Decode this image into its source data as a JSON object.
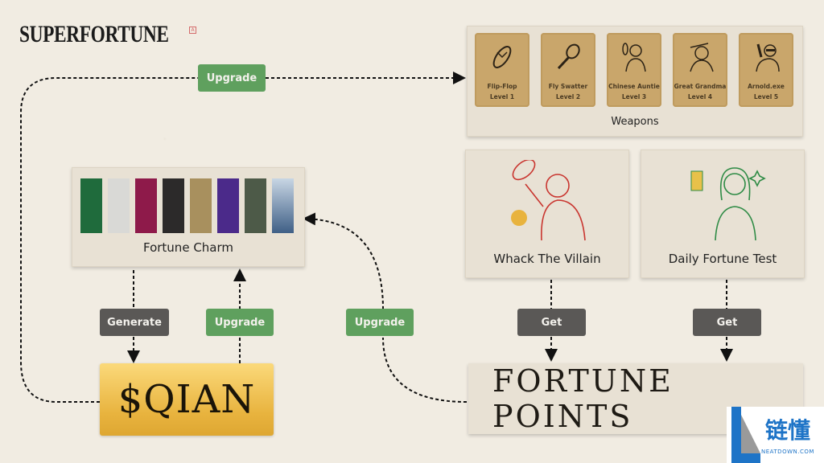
{
  "logo": {
    "text": "SUPERFORTUNE",
    "mark": "A"
  },
  "weapons_panel": {
    "title": "Weapons",
    "items": [
      {
        "name": "Flip-Flop",
        "level": "Level 1",
        "icon": "flip-flop-icon"
      },
      {
        "name": "Fly Swatter",
        "level": "Level 2",
        "icon": "fly-swatter-icon"
      },
      {
        "name": "Chinese Auntie",
        "level": "Level 3",
        "icon": "chinese-auntie-icon"
      },
      {
        "name": "Great Grandma",
        "level": "Level 4",
        "icon": "great-grandma-icon"
      },
      {
        "name": "Arnold.exe",
        "level": "Level 5",
        "icon": "arnold-icon"
      }
    ]
  },
  "fortune_charm": {
    "title": "Fortune Charm",
    "charm_colors": [
      "#1f6b3c",
      "#d9d9d6",
      "#8e1a4a",
      "#2c2a2a",
      "#a8905e",
      "#4b2a8a",
      "#4d5a48",
      "#5c7a9c"
    ]
  },
  "activities": [
    {
      "title": "Whack The Villain",
      "color": "#c9352f"
    },
    {
      "title": "Daily Fortune Test",
      "color": "#2e8b45"
    }
  ],
  "buttons": {
    "upgrade_top": "Upgrade",
    "generate": "Generate",
    "upgrade_charm": "Upgrade",
    "upgrade_points": "Upgrade",
    "get_villain": "Get",
    "get_fortune": "Get"
  },
  "qian": {
    "label": "$QIAN"
  },
  "fortune_points": {
    "label": "FORTUNE POINTS"
  },
  "watermark": {
    "zh": "链懂",
    "en": "NEATDOWN.COM"
  },
  "colors": {
    "green": "#5fa05e",
    "gray": "#5a5856",
    "gold": "#e8b33e",
    "card": "#c9a66b"
  }
}
